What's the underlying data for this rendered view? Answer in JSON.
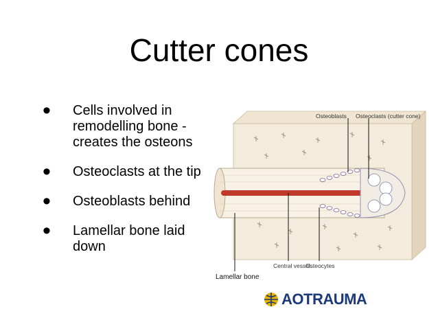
{
  "slide": {
    "title": "Cutter cones",
    "bullets": [
      "Cells involved in remodelling bone - creates the osteons",
      "Osteoclasts at the tip",
      "Osteoblasts behind",
      "Lamellar bone laid down"
    ]
  },
  "figure": {
    "labels": {
      "osteoblasts": "Osteoblasts",
      "osteoclasts": "Osteoclasts (cutter cone)",
      "central_vessel": "Central vessel",
      "osteocytes": "Osteocytes",
      "lamellar_bone": "Lamellar bone"
    }
  },
  "logo": {
    "text": "AOTRAUMA",
    "brand_color": "#1b3a7a",
    "accent_color": "#e8b400"
  },
  "colors": {
    "bone": "#f3ebdc",
    "bone_side": "#e8dcc6",
    "vessel": "#c0392b"
  }
}
